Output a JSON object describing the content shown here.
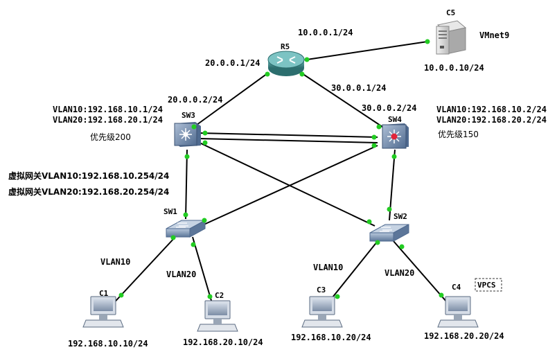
{
  "nodes": {
    "R5": {
      "name": "R5"
    },
    "C5": {
      "name": "C5",
      "extra": "VMnet9",
      "ip": "10.0.0.10/24"
    },
    "SW3": {
      "name": "SW3",
      "vlan10": "VLAN10:192.168.10.1/24",
      "vlan20": "VLAN20:192.168.20.1/24",
      "priority": "优先级200"
    },
    "SW4": {
      "name": "SW4",
      "vlan10": "VLAN10:192.168.10.2/24",
      "vlan20": "VLAN20:192.168.20.2/24",
      "priority": "优先级150"
    },
    "SW1": {
      "name": "SW1"
    },
    "SW2": {
      "name": "SW2"
    },
    "C1": {
      "name": "C1",
      "ip": "192.168.10.10/24"
    },
    "C2": {
      "name": "C2",
      "ip": "192.168.20.10/24"
    },
    "C3": {
      "name": "C3",
      "ip": "192.168.10.20/24"
    },
    "C4": {
      "name": "C4",
      "ip": "192.168.20.20/24",
      "tag": "VPCS"
    }
  },
  "link_labels": {
    "r5_c5": "10.0.0.1/24",
    "r5_sw3": "20.0.0.1/24",
    "sw3_r5": "20.0.0.2/24",
    "r5_sw4": "30.0.0.1/24",
    "sw4_r5": "30.0.0.2/24",
    "sw1_c1": "VLAN10",
    "sw1_c2": "VLAN20",
    "sw2_c3": "VLAN10",
    "sw2_c4": "VLAN20"
  },
  "virtual_gateways": {
    "vlan10": "虚拟网关VLAN10:192.168.10.254/24",
    "vlan20": "虚拟网关VLAN20:192.168.20.254/24"
  },
  "colors": {
    "port_dot": "#22cc22",
    "router": "#3a8a8a",
    "l3switch": "#6f86a8",
    "l2switch": "#7f99b8"
  }
}
